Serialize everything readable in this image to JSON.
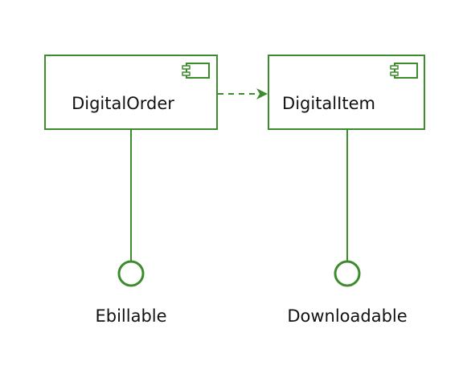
{
  "components": [
    {
      "id": "digital-order",
      "label": "DigitalOrder"
    },
    {
      "id": "digital-item",
      "label": "DigitalItem"
    }
  ],
  "interfaces": [
    {
      "id": "ebillable",
      "label": "Ebillable",
      "provided_by": "digital-order"
    },
    {
      "id": "downloadable",
      "label": "Downloadable",
      "provided_by": "digital-item"
    }
  ],
  "dependencies": [
    {
      "from": "digital-order",
      "to": "digital-item",
      "style": "dashed"
    }
  ],
  "colors": {
    "stroke": "#3c8c2e",
    "text": "#111111",
    "background": "#ffffff"
  }
}
